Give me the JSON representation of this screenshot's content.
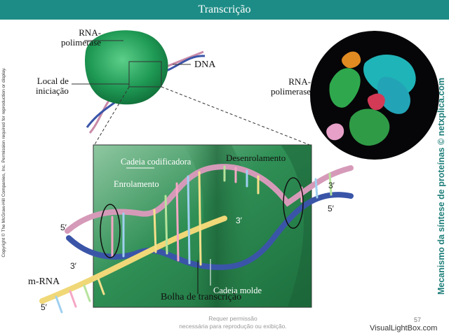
{
  "header": {
    "title": "Transcrição"
  },
  "sidebar": {
    "copyright": "Copyright © The McGraw-Hill Companies, Inc. Permission required for reproduction or display.",
    "caption": "Mecanismo da síntese de proteínas © netxplica.com"
  },
  "labels": {
    "rna_polimerase_left": "RNA-\npolimerase",
    "dna": "DNA",
    "local_iniciacao": "Local de\niniciação",
    "rna_polimerase_right": "RNA-\npolimerase",
    "cadeia_codificadora": "Cadeia codificadora",
    "desenrolamento": "Desenrolamento",
    "enrolamento": "Enrolamento",
    "cadeia_molde": "Cadeia molde",
    "m_rna": "m-RNA",
    "bolha": "Bolha de transcrição"
  },
  "strand_ends": {
    "three_prime": "3′",
    "five_prime": "5′"
  },
  "footer": {
    "note": "Requer permissão\nnecessária para reprodução ou exibição.",
    "page": "57",
    "watermark": "VisualLightBox.com"
  },
  "colors": {
    "title_bar": "#1e8c86",
    "caption": "#1e7f7a",
    "enzyme_green": "#1f8a4a",
    "dna_blue": "#3a55a8",
    "dna_pink": "#c98aa8"
  }
}
